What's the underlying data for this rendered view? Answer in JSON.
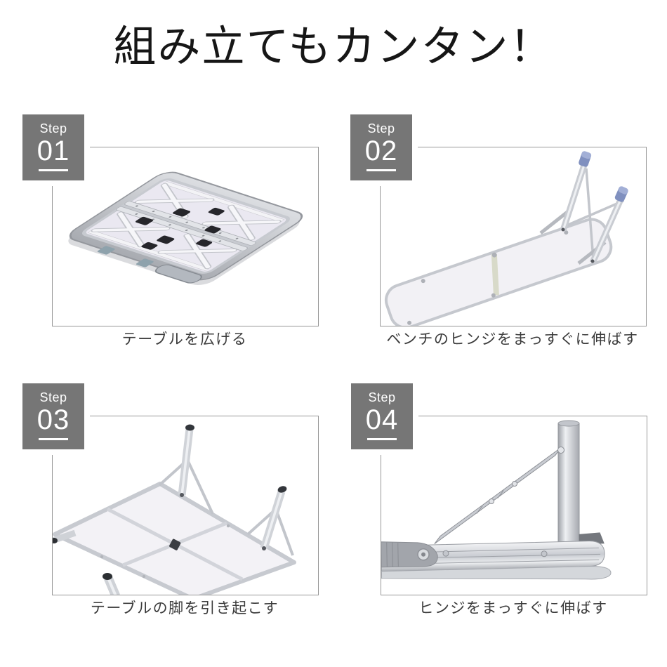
{
  "title": "組み立てもカンタン！",
  "steps": [
    {
      "label": "Step",
      "number": "01",
      "caption": "テーブルを広げる",
      "image": "folded-table-case"
    },
    {
      "label": "Step",
      "number": "02",
      "caption": "ベンチのヒンジをまっすぐに伸ばす",
      "image": "bench-hinge-unfold"
    },
    {
      "label": "Step",
      "number": "03",
      "caption": "テーブルの脚を引き起こす",
      "image": "table-legs-raised"
    },
    {
      "label": "Step",
      "number": "04",
      "caption": "ヒンジをまっすぐに伸ばす",
      "image": "hinge-closeup"
    }
  ],
  "colors": {
    "badge_background": "#767676",
    "badge_text": "#ffffff",
    "frame_border": "#979797",
    "title_text": "#161616",
    "caption_text": "#3b3b3b",
    "leg_cap_blue": "#8492bd",
    "aluminum_silver": "#c9ccd2",
    "panel_white": "#eae8f1"
  }
}
